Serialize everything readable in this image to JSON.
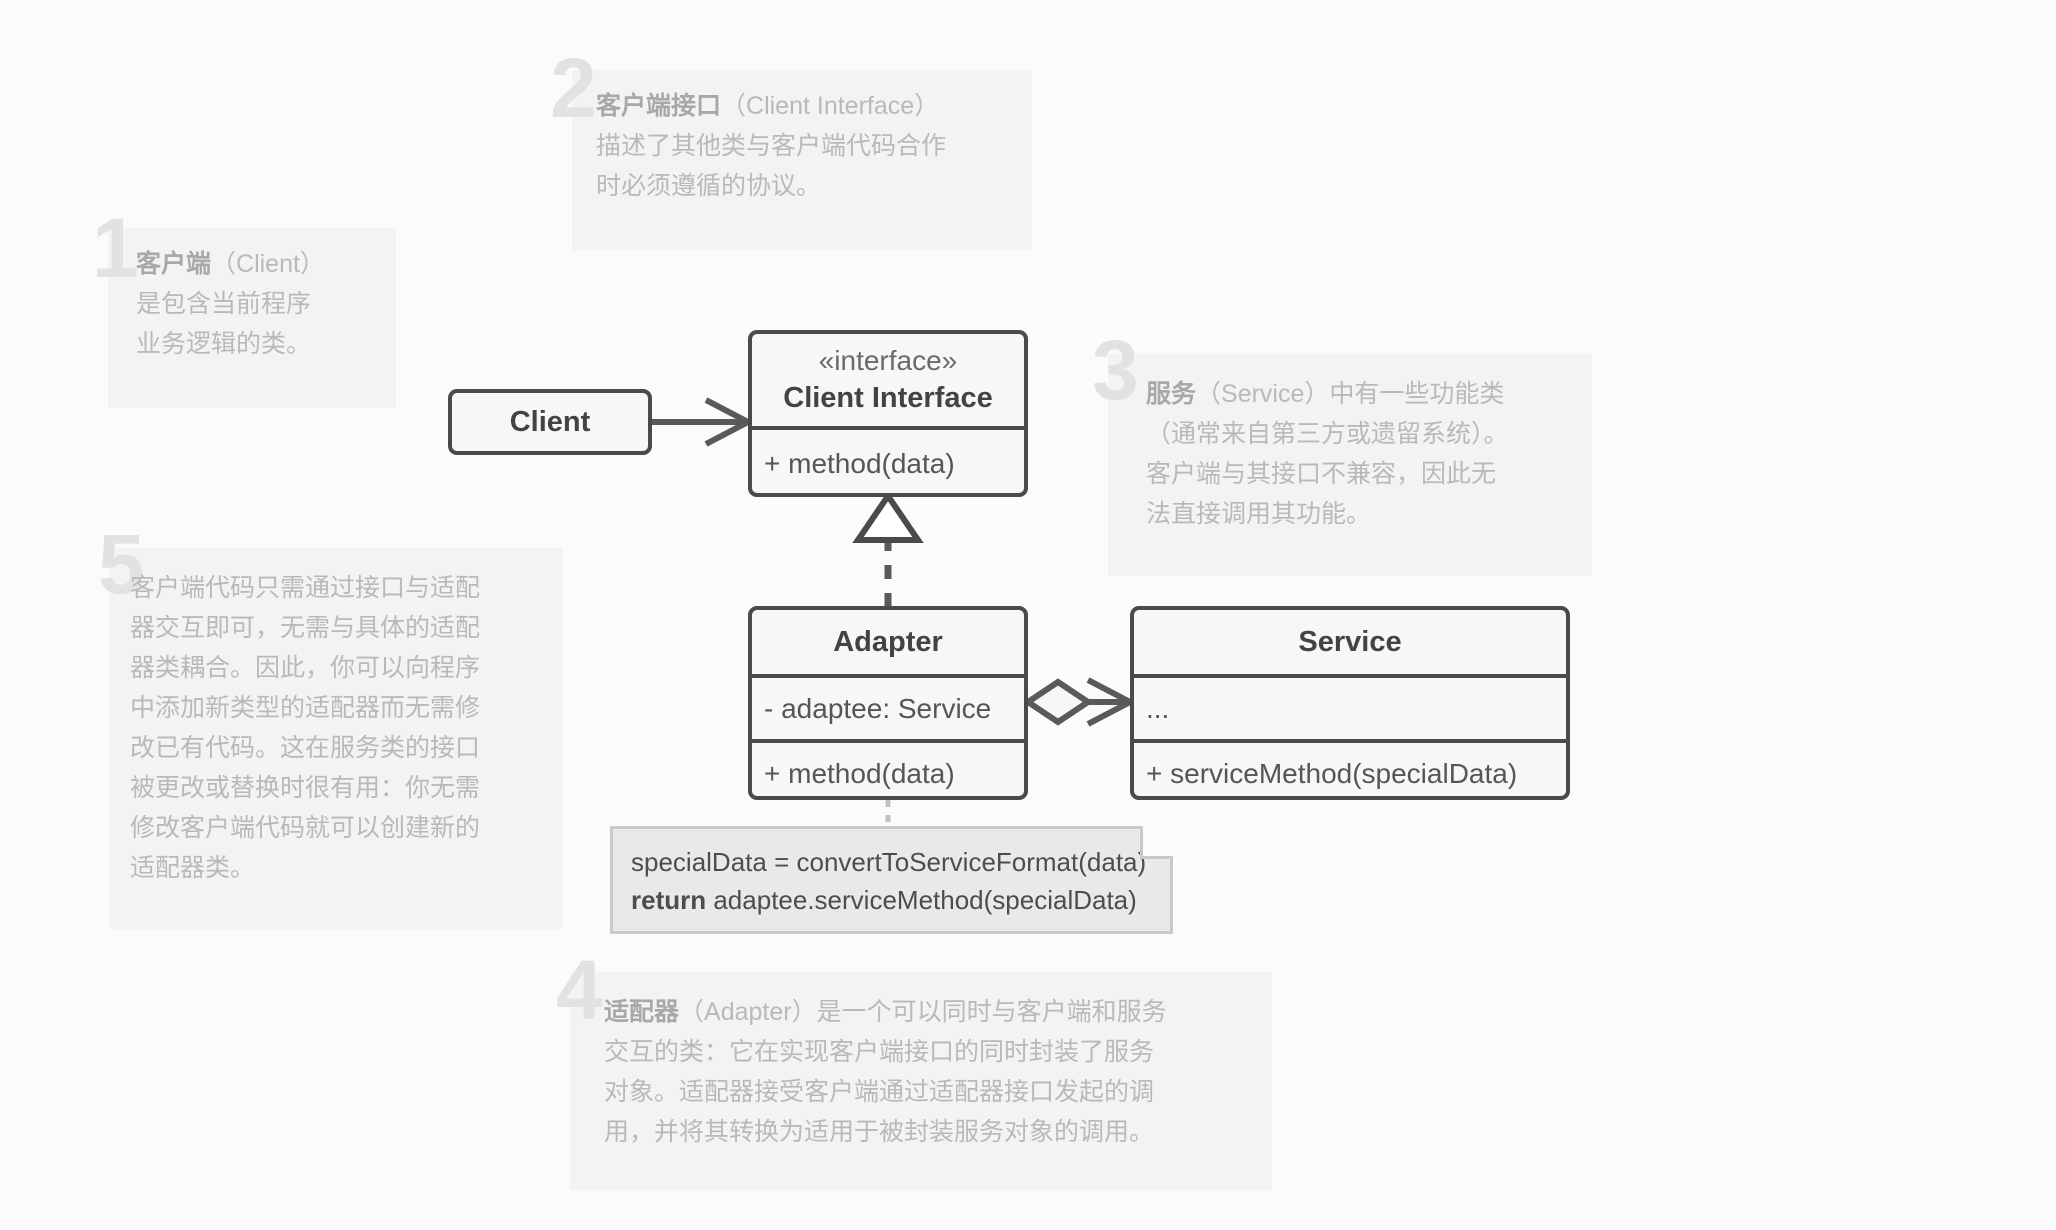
{
  "diagram": {
    "title": "Adapter Design Pattern UML Diagram",
    "colors": {
      "page_background": "#fbfbfb",
      "annotation_background": "#f3f3f3",
      "annotation_number": "#e2e2e2",
      "annotation_text": "#b9b9b9",
      "box_border": "#4a4a4a",
      "box_fill": "#f7f7f7",
      "box_text": "#565656",
      "note_fill": "#e9e9e9",
      "note_border": "#c9c9c9",
      "connector": "#5a5a5a"
    },
    "annotations": [
      {
        "number": "1",
        "heading": "客户端",
        "heading_paren": "（Client）",
        "body": "是包含当前程序\n业务逻辑的类。"
      },
      {
        "number": "2",
        "heading": "客户端接口",
        "heading_paren": "（Client Interface）",
        "body": "描述了其他类与客户端代码合作\n时必须遵循的协议。"
      },
      {
        "number": "3",
        "heading": "服务",
        "heading_paren": "（Service）",
        "body": "中有一些功能类\n（通常来自第三方或遗留系统）。\n客户端与其接口不兼容，因此无\n法直接调用其功能。"
      },
      {
        "number": "4",
        "heading": "适配器",
        "heading_paren": "（Adapter）",
        "body": "是一个可以同时与客户端和服务\n交互的类：它在实现客户端接口的同时封装了服务\n对象。适配器接受客户端通过适配器接口发起的调\n用，并将其转换为适用于被封装服务对象的调用。"
      },
      {
        "number": "5",
        "heading": "",
        "heading_paren": "",
        "body": "客户端代码只需通过接口与适配\n器交互即可，无需与具体的适配\n器类耦合。因此，你可以向程序\n中添加新类型的适配器而无需修\n改已有代码。这在服务类的接口\n被更改或替换时很有用：你无需\n修改客户端代码就可以创建新的\n适配器类。"
      }
    ],
    "classes": {
      "client": {
        "name": "Client"
      },
      "client_interface": {
        "stereotype": "«interface»",
        "name": "Client Interface",
        "methods": [
          "+ method(data)"
        ]
      },
      "adapter": {
        "name": "Adapter",
        "fields": [
          "- adaptee: Service"
        ],
        "methods": [
          "+ method(data)"
        ]
      },
      "service": {
        "name": "Service",
        "fields": [
          "..."
        ],
        "methods": [
          "+ serviceMethod(specialData)"
        ]
      }
    },
    "note": {
      "line1": "specialData = convertToServiceFormat(data)",
      "line2_keyword": "return",
      "line2_rest": " adaptee.serviceMethod(specialData)"
    },
    "relations": [
      {
        "name": "client-uses-interface",
        "type": "association",
        "from": "Client",
        "to": "Client Interface"
      },
      {
        "name": "adapter-implements-interface",
        "type": "realization",
        "from": "Adapter",
        "to": "Client Interface"
      },
      {
        "name": "adapter-aggregates-service",
        "type": "aggregation",
        "from": "Adapter",
        "to": "Service"
      }
    ]
  }
}
